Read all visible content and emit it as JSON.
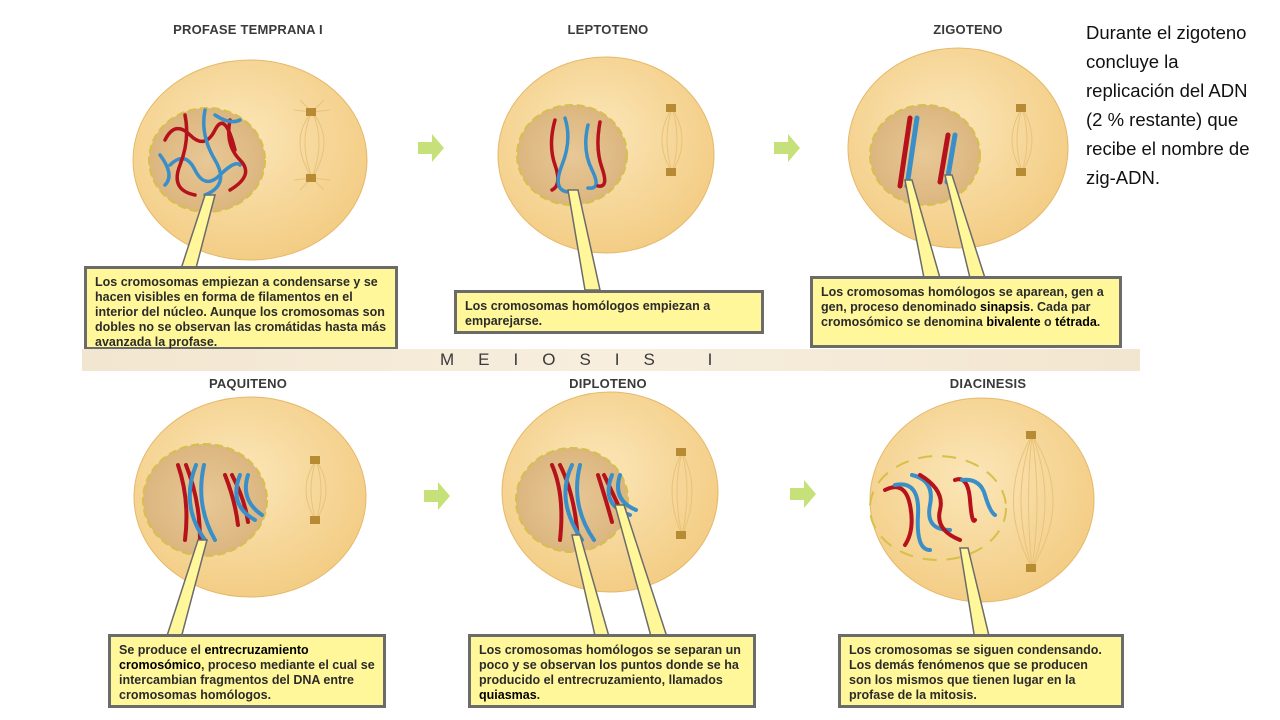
{
  "stages": [
    {
      "title": "PROFASE TEMPRANA I"
    },
    {
      "title": "LEPTOTENO"
    },
    {
      "title": "ZIGOTENO"
    },
    {
      "title": "PAQUITENO"
    },
    {
      "title": "DIPLOTENO"
    },
    {
      "title": "DIACINESIS"
    }
  ],
  "callouts": {
    "profase": {
      "text": "Los cromosomas empiezan a condensarse y se hacen visibles en forma de filamentos en el interior del núcleo. Aunque los cromosomas son dobles no se observan las cromátidas hasta más avanzada la profase."
    },
    "leptoteno": {
      "text": "Los cromosomas homólogos empiezan a emparejarse."
    },
    "zigoteno": {
      "pre": "Los cromosomas homólogos se aparean, gen a gen, proceso denominado ",
      "term1": "sinapsis",
      "mid": ". Cada par cromosómico se denomina ",
      "term2": "bivalente",
      "mid2": " o ",
      "term3": "tétrada",
      "post": "."
    },
    "paquiteno": {
      "pre": "Se produce el ",
      "term1": "entrecruzamiento cromosómico",
      "post": ", proceso mediante el cual se intercambian fragmentos del DNA entre cromosomas homólogos."
    },
    "diploteno": {
      "pre": "Los cromosomas homólogos se separan un poco y se observan los puntos donde se ha producido el entrecruzamiento, llamados ",
      "term1": "quiasmas",
      "post": "."
    },
    "diacinesis": {
      "text": "Los cromosomas se siguen condensando. Los demás fenómenos que se producen son los mismos que tienen lugar en la profase de la mitosis."
    }
  },
  "banner": "MEIOSIS I",
  "note": "Durante el zigoteno concluye la replicación del ADN (2 % restante) que recibe el nombre de zig-ADN.",
  "colors": {
    "cell": "#f7d89a",
    "nucleus": "#e3c08a",
    "callout": "#fff79a",
    "arrow": "#c6e07a",
    "chromosome_red": "#b5121b",
    "chromosome_blue": "#3a8fc8"
  }
}
